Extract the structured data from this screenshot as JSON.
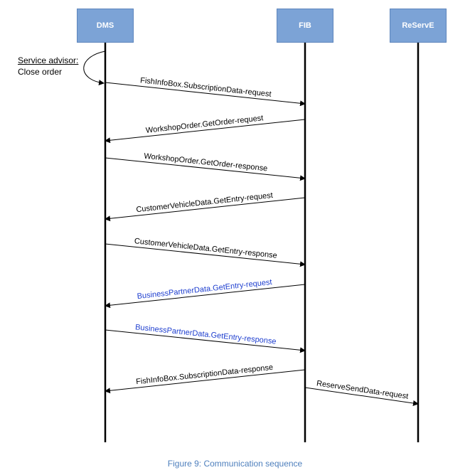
{
  "participants": [
    {
      "label": "DMS"
    },
    {
      "label": "FIB"
    },
    {
      "label": "ReServE"
    }
  ],
  "self_note": {
    "role": "Service advisor:",
    "action": "Close order"
  },
  "messages": [
    {
      "label": "FishInfoBox.SubscriptionData-request",
      "from": "DMS",
      "to": "FIB",
      "highlight": false
    },
    {
      "label": "WorkshopOrder.GetOrder-request",
      "from": "FIB",
      "to": "DMS",
      "highlight": false
    },
    {
      "label": "WorkshopOrder.GetOrder-response",
      "from": "DMS",
      "to": "FIB",
      "highlight": false
    },
    {
      "label": "CustomerVehicleData.GetEntry-request",
      "from": "FIB",
      "to": "DMS",
      "highlight": false
    },
    {
      "label": "CustomerVehicleData.GetEntry-response",
      "from": "DMS",
      "to": "FIB",
      "highlight": false
    },
    {
      "label": "BusinessPartnerData.GetEntry-request",
      "from": "FIB",
      "to": "DMS",
      "highlight": true
    },
    {
      "label": "BusinessPartnerData.GetEntry-response",
      "from": "DMS",
      "to": "FIB",
      "highlight": true
    },
    {
      "label": "FishInfoBox.SubscriptionData-response",
      "from": "FIB",
      "to": "DMS",
      "highlight": false
    },
    {
      "label": "ReserveSendData-request",
      "from": "FIB",
      "to": "ReServE",
      "highlight": false
    }
  ],
  "caption": "Figure 9: Communication sequence",
  "colors": {
    "box_fill": "#7ca3d6",
    "highlight_text": "#1f3fcf",
    "caption": "#4f80bd"
  }
}
